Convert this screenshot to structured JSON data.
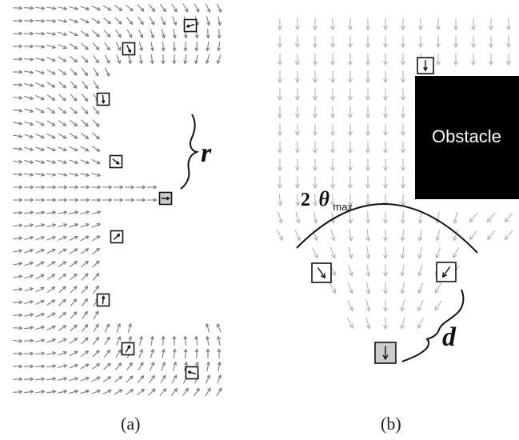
{
  "panel_a": {
    "caption": "(a)",
    "radius_label": "r",
    "field_arrow_color": "#7a7a7a",
    "box_fill": "#ffffff",
    "center_box_fill": "#cccccc"
  },
  "panel_b": {
    "caption": "(b)",
    "obstacle_label": "Obstacle",
    "angle_coefficient": "2",
    "angle_symbol": "θ",
    "angle_subscript": "max",
    "distance_label": "d",
    "field_arrow_color": "#b4b4b4",
    "obstacle_color": "#000000",
    "center_box_fill": "#cccccc"
  }
}
